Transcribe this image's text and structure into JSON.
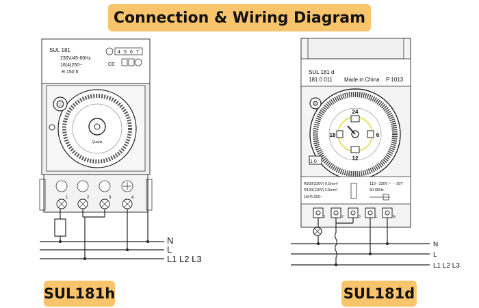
{
  "title": "Connection & Wiring Diagram",
  "left": {
    "badge": "SUL181h",
    "model": "SUL 181",
    "spec1": "230V/45-60Hz",
    "spec2": "16(4)250~",
    "spec3": "R 150 h",
    "brand": "Quartz",
    "terminals": [
      "1",
      "2",
      "3",
      "4"
    ],
    "top_terminals": [
      "4",
      "5",
      "6",
      "7"
    ],
    "lines": {
      "n": "N",
      "l": "L",
      "phases": "L1 L2 L3"
    }
  },
  "right": {
    "badge": "SUL181d",
    "model": "SUL 181 d",
    "serial": "181 0 011",
    "made_in": "Made in China",
    "code": "P 1013",
    "spec_r200": "R200(230V)  0.5mm²",
    "spec_r100": "R100(110V)  2.5mm²",
    "spec_load": "16(4)  250~",
    "spec_volt": "110 - 230V ~",
    "spec_freq": "50-60Hz",
    "spec_temp": "- 20T",
    "spec_rating": "1",
    "dial_numbers": [
      "24",
      "6",
      "12",
      "18"
    ],
    "terminals": [
      "1",
      "2",
      "3",
      "L",
      "N"
    ],
    "lines": {
      "n": "N",
      "l": "L",
      "phases": "L1 L2 L3"
    }
  }
}
